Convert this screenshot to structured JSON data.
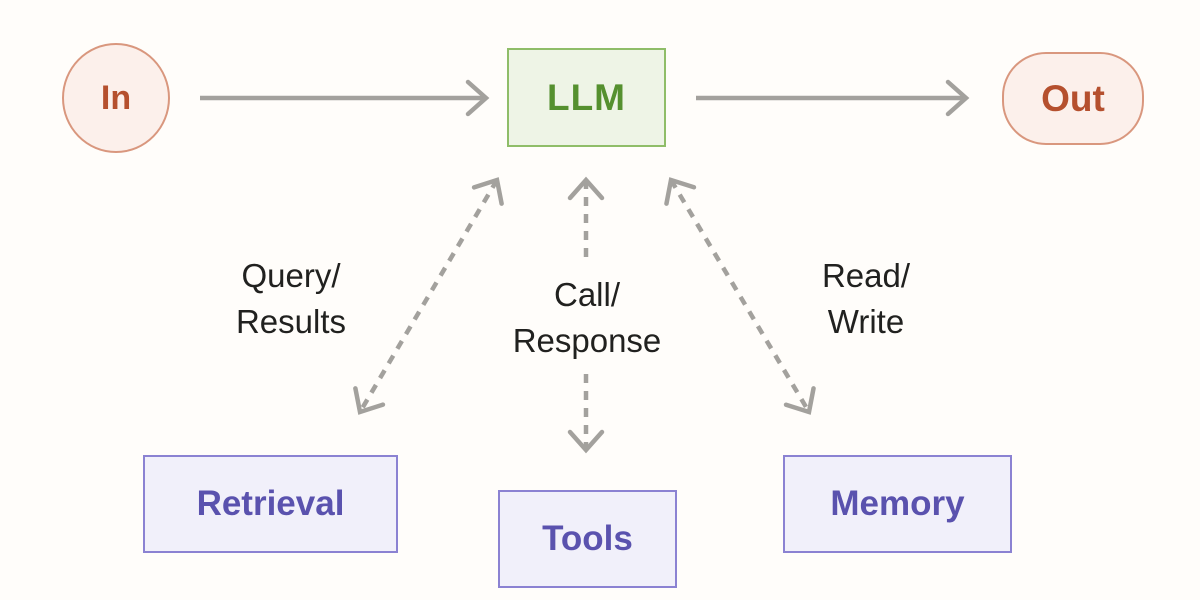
{
  "diagram": {
    "nodes": {
      "in": {
        "label": "In"
      },
      "llm": {
        "label": "LLM"
      },
      "out": {
        "label": "Out"
      },
      "retrieval": {
        "label": "Retrieval"
      },
      "tools": {
        "label": "Tools"
      },
      "memory": {
        "label": "Memory"
      }
    },
    "edges": {
      "in_to_llm": {
        "style": "solid-arrow"
      },
      "llm_to_out": {
        "style": "solid-arrow"
      },
      "llm_retrieval": {
        "style": "dashed-double-arrow",
        "label_line1": "Query/",
        "label_line2": "Results"
      },
      "llm_tools": {
        "style": "dashed-double-arrow",
        "label_line1": "Call/",
        "label_line2": "Response"
      },
      "llm_memory": {
        "style": "dashed-double-arrow",
        "label_line1": "Read/",
        "label_line2": "Write"
      }
    },
    "colors": {
      "background": "#fffdfa",
      "io_fill": "#fcf0eb",
      "io_border": "#d9977e",
      "io_text": "#b5502e",
      "llm_fill": "#eef4e6",
      "llm_border": "#8fbd68",
      "llm_text": "#55902f",
      "module_fill": "#f1f0fa",
      "module_border": "#8b82d2",
      "module_text": "#5a52ae",
      "arrow": "#a3a19d",
      "label_text": "#21211f"
    }
  }
}
